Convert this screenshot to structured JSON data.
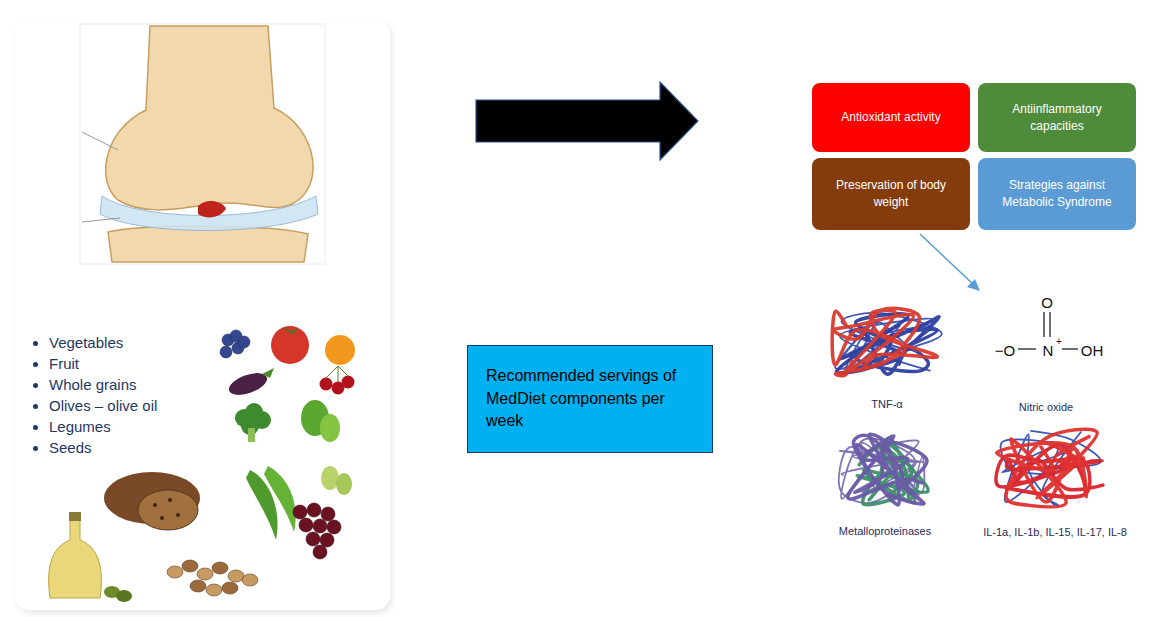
{
  "diagram": {
    "nodes": [
      {
        "text": [
          "Vegetables",
          "Fruit",
          "Whole grains",
          "Olives – olive oil",
          "Legumes",
          "Seeds"
        ]
      },
      {
        "text": [
          "Recommended servings of MedDiet components per week"
        ]
      },
      {
        "text": [
          "Antioxidant activity"
        ]
      },
      {
        "text": [
          "Antiinflammatory capacities"
        ]
      },
      {
        "text": [
          "Preservation of body weight"
        ]
      },
      {
        "text": [
          "Strategies against Metabolic Syndrome"
        ]
      }
    ],
    "labels": [
      "TNF-α",
      "O",
      "−O",
      "N",
      "+",
      "OH",
      "Nitric oxide",
      "Metalloproteinases",
      "IL-1a, IL-1b, IL-15, IL-17, IL-8"
    ]
  }
}
